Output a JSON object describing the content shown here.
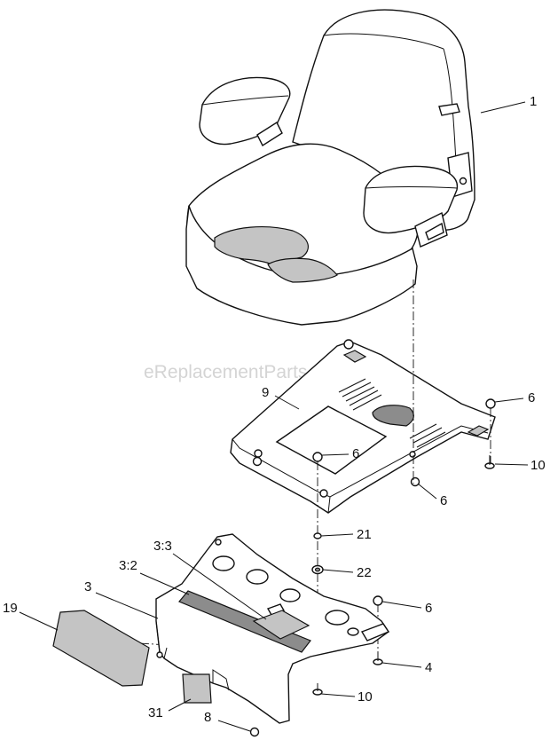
{
  "watermark": "eReplacementParts.com",
  "callouts": {
    "seat": "1",
    "seat_mount_plate": "9",
    "nut_plate_right": "6",
    "bolt_plate_right": "10",
    "nut_plate_center": "6",
    "nut_centerline": "6",
    "washer_21": "21",
    "washer_22": "22",
    "nut_base": "6",
    "bolt_4": "4",
    "bolt_10_base": "10",
    "decal_3_3": "3:3",
    "decal_3_2": "3:2",
    "base_panel": "3",
    "decal_19": "19",
    "decal_31": "31",
    "bolt_8": "8"
  }
}
